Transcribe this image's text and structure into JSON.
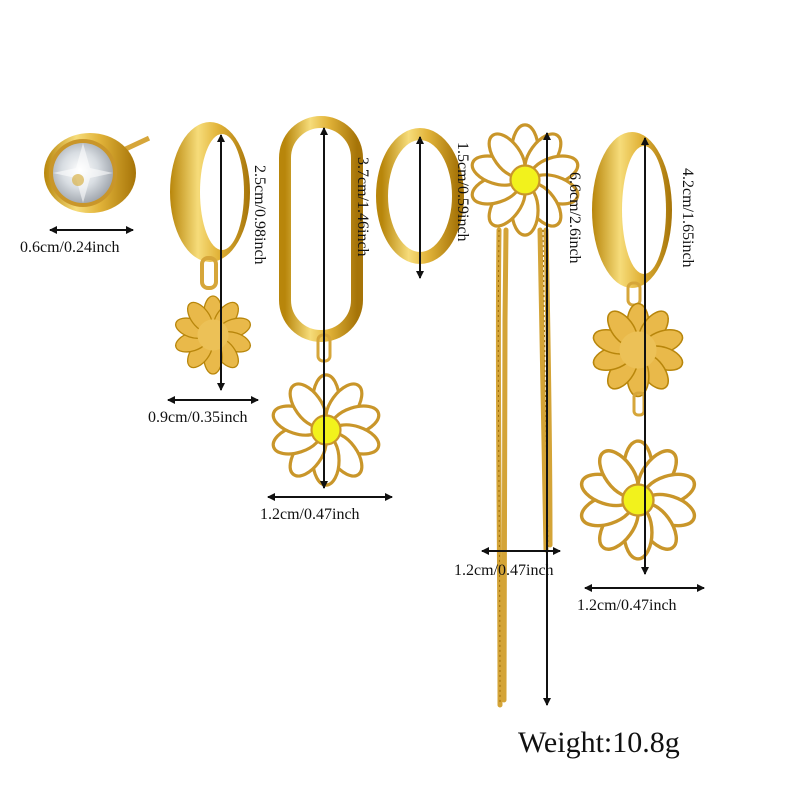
{
  "products": [
    {
      "id": "stud",
      "name": "crystal stud earring",
      "dimension": "0.6cm/0.24inch"
    },
    {
      "id": "hoop-wide-flower",
      "name": "wide hoop with gold flower charm",
      "height": "2.5cm/0.98inch",
      "charm_width": "0.9cm/0.35inch"
    },
    {
      "id": "oval-hoop-daisy",
      "name": "oval hoop with enamel daisy",
      "height": "3.7cm/1.46inch",
      "charm_width": "1.2cm/0.47inch"
    },
    {
      "id": "small-hoop",
      "name": "small round hoop",
      "height": "1.5cm/0.59inch"
    },
    {
      "id": "daisy-tassel",
      "name": "daisy stud with snake chain tassel",
      "height": "6.6cm/2.6inch",
      "width": "1.2cm/0.47inch"
    },
    {
      "id": "hoop-double-flower",
      "name": "wide hoop with gold flower and enamel daisy",
      "height": "4.2cm/1.65inch",
      "charm_width": "1.2cm/0.47inch"
    }
  ],
  "labels": {
    "stud_width": "0.6cm/0.24inch",
    "hoop1_height": "2.5cm/0.98inch",
    "hoop1_charm": "0.9cm/0.35inch",
    "oval_height": "3.7cm/1.46inch",
    "oval_charm": "1.2cm/0.47inch",
    "small_hoop_height": "1.5cm/0.59inch",
    "tassel_height": "6.6cm/2.6inch",
    "tassel_width": "1.2cm/0.47inch",
    "hoop2_height": "4.2cm/1.65inch",
    "hoop2_charm": "1.2cm/0.47inch",
    "weight": "Weight:10.8g"
  },
  "colors": {
    "gold": "#e2b43a",
    "gold_dark": "#b8860b",
    "gold_light": "#f6dc7a",
    "enamel_white": "#ffffff",
    "daisy_center": "#f2f21c",
    "arrow": "#111111",
    "background": "#ffffff"
  }
}
